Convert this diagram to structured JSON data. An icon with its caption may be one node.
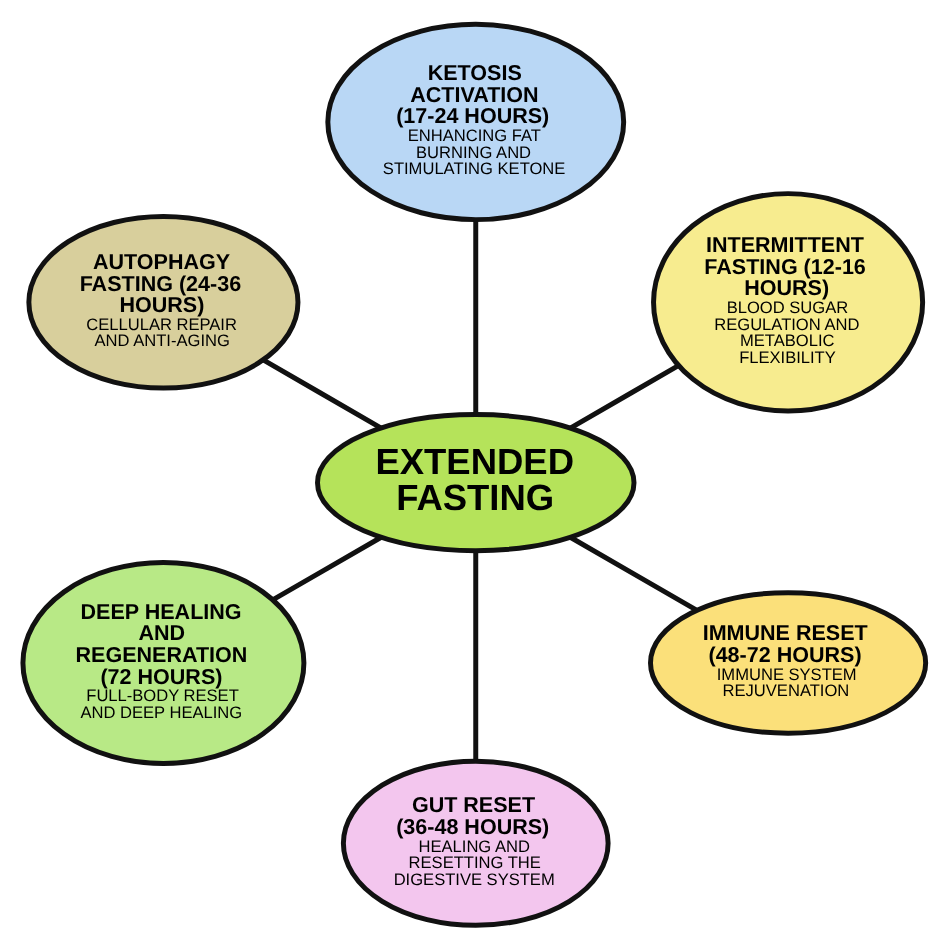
{
  "diagram": {
    "nodes": [
      {
        "text": [
          "INTERMITTENT FASTING (12-16 HOURS)",
          "BLOOD SUGAR REGULATION AND METABOLIC FLEXIBILITY"
        ]
      },
      {
        "text": [
          "KETOSIS ACTIVATION (17-24 HOURS)",
          "ENHANCING FAT BURNING AND STIMULATING KETONE"
        ]
      },
      {
        "text": [
          "AUTOPHAGY FASTING (24-36 HOURS)",
          "CELLULAR REPAIR AND ANTI-AGING"
        ]
      },
      {
        "text": [
          "EXTENDED FASTING"
        ]
      },
      {
        "text": [
          "DEEP HEALING AND REGENERATION (72 HOURS)",
          "FULL-BODY RESET AND DEEP HEALING"
        ]
      },
      {
        "text": [
          "GUT RESET (36-48 HOURS)",
          "HEALING AND RESETTING THE DIGESTIVE SYSTEM"
        ]
      },
      {
        "text": [
          "IMMUNE RESET (48-72 HOURS)",
          "IMMUNE SYSTEM REJUVENATION"
        ]
      }
    ],
    "edges": [
      {
        "from": 3,
        "to": 0,
        "arrow": "none"
      },
      {
        "from": 3,
        "to": 1,
        "arrow": "none"
      },
      {
        "from": 3,
        "to": 2,
        "arrow": "none"
      },
      {
        "from": 3,
        "to": 4,
        "arrow": "none"
      },
      {
        "from": 3,
        "to": 5,
        "arrow": "none"
      },
      {
        "from": 3,
        "to": 6,
        "arrow": "none"
      }
    ]
  }
}
